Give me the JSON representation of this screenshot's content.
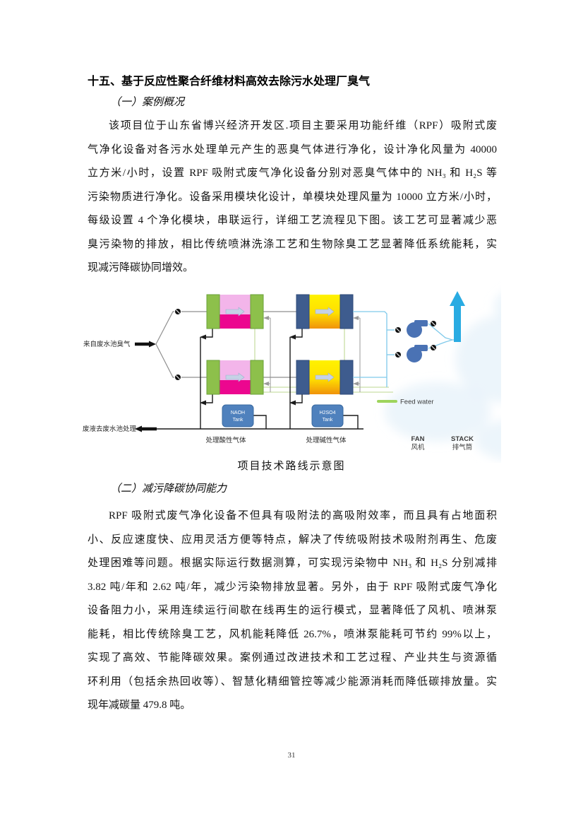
{
  "page": {
    "number": "31"
  },
  "title": "十五、基于反应性聚合纤维材料高效去除污水处理厂臭气",
  "section1": {
    "heading": "（一）案例概况",
    "lines": [
      "该项目位于山东省博兴经济开发区.项目主要采用功能纤维（RPF）吸附式废",
      "气净化设备对各污水处理单元产生的恶臭气体进行净化，设计净化风量为 40000",
      "立方米/小时，设置 RPF 吸附式废气净化设备分别对恶臭气体中的 NH₃ 和 H₂S 等",
      "污染物质进行净化。设备采用模块化设计，单模块处理风量为 10000 立方米/小时，",
      "每级设置 4 个净化模块，串联运行，详细工艺流程见下图。该工艺可显著减少恶",
      "臭污染物的排放，相比传统喷淋洗涤工艺和生物除臭工艺显著降低系统能耗，实",
      "现减污降碳协同增效。"
    ]
  },
  "figure": {
    "caption": "项目技术路线示意图",
    "labels": {
      "inlet": "来自废水池臭气",
      "outlet": "废液去废水池处理",
      "naoh_tank_line1": "NAOH",
      "naoh_tank_line2": "Tank",
      "h2so4_tank_line1": "H2SO4",
      "h2so4_tank_line2": "Tank",
      "acid_gas": "处理酸性气体",
      "alkaline_gas": "处理碱性气体",
      "feed_water": "Feed water",
      "fan_en": "FAN",
      "fan_cn": "风机",
      "stack_en": "STACK",
      "stack_cn": "排气筒"
    },
    "colors": {
      "module_green": "#8dc04b",
      "module_pink_light": "#f3b5ea",
      "module_pink_dark": "#ec078f",
      "module_navy": "#3e5c8e",
      "module_yellow": "#fff200",
      "module_orange": "#f0920a",
      "tank_blue": "#4f81bd",
      "fan_blue": "#4a72b4",
      "stack_blue": "#29abe2",
      "feed_green": "#9ed45c",
      "line_gray": "#8f8f8f",
      "line_black": "#1a1a1a",
      "line_lightblue": "#7fc9ea",
      "line_lightgreen": "#cadfa6",
      "watermark": "#dcedf8"
    }
  },
  "section2": {
    "heading": "（二）减污降碳协同能力",
    "lines": [
      "RPF 吸附式废气净化设备不但具有吸附法的高吸附效率，而且具有占地面积",
      "小、反应速度快、应用灵活方便等特点，解决了传统吸附技术吸附剂再生、危废",
      "处理困难等问题。根据实际运行数据测算，可实现污染物中 NH₃ 和 H₂S 分别减排",
      "3.82 吨/年和 2.62 吨/年，减少污染物排放显著。另外，由于 RPF 吸附式废气净化",
      "设备阻力小，采用连续运行间歇在线再生的运行模式，显著降低了风机、喷淋泵",
      "能耗，相比传统除臭工艺，风机能耗降低 26.7%，喷淋泵能耗可节约 99%以上，",
      "实现了高效、节能降碳效果。案例通过改进技术和工艺过程、产业共生与资源循",
      "环利用（包括余热回收等）、智慧化精细管控等减少能源消耗而降低碳排放量。实",
      "现年减碳量 479.8 吨。"
    ]
  }
}
